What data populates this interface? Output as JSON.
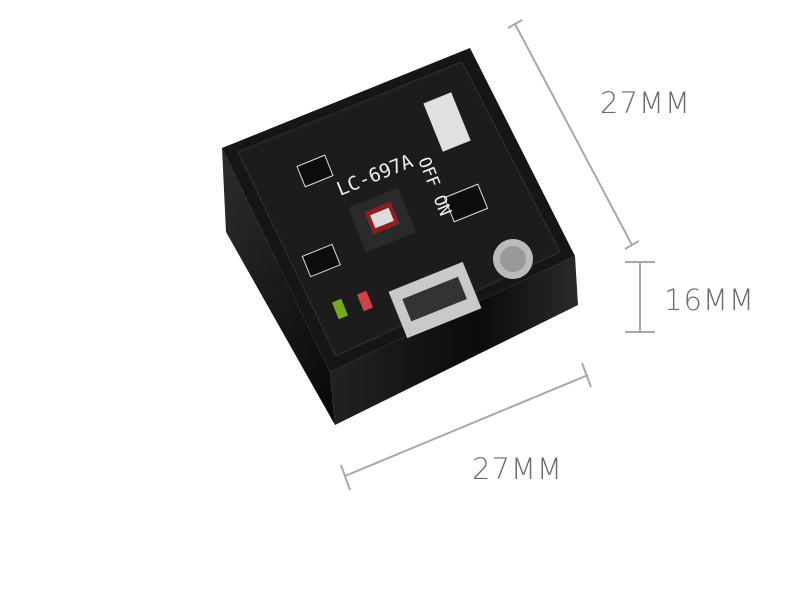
{
  "dimensions": {
    "length": "27MM",
    "height": "16MM",
    "width": "27MM"
  },
  "board": {
    "model": "LC-697A",
    "switch": "OFF ON"
  },
  "colors": {
    "line": "#a8a8a8",
    "label": "#6a6a6a",
    "case": "#111111",
    "pcb": "#1b1b1b"
  }
}
